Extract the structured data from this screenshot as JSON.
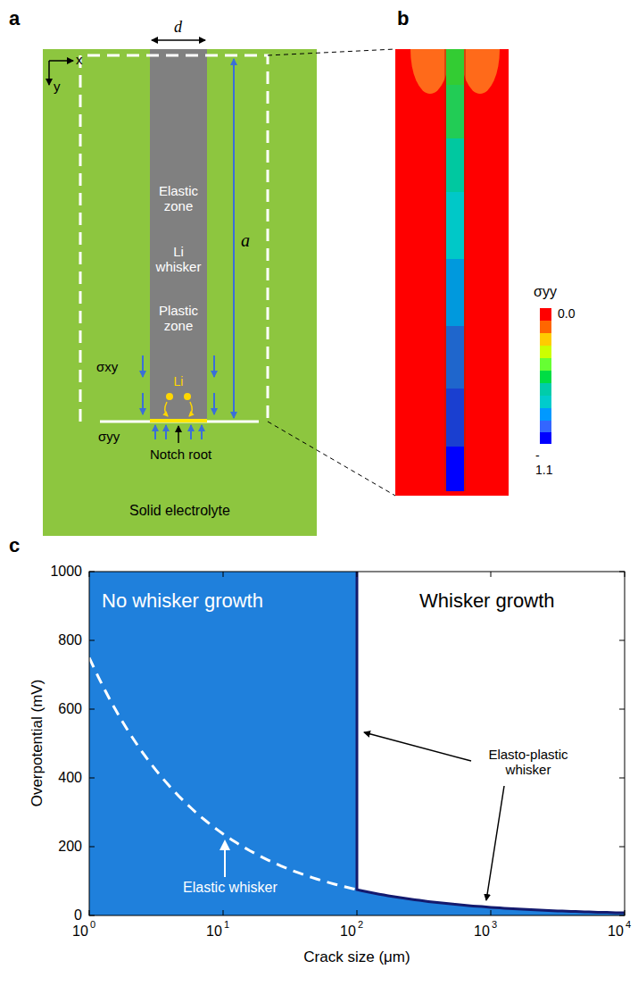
{
  "diagram": {
    "nodes": [
      {
        "text": [
          "Solid electrolyte"
        ]
      },
      {
        "text": [
          "Elastic zone",
          "Li whisker",
          "Plastic zone",
          "Li"
        ],
        "in": 0
      }
    ],
    "labels": [
      "a",
      "d",
      "x",
      "y",
      "a",
      "σxy",
      "σyy",
      "Notch root",
      "b",
      "σyy",
      "0.0",
      "- 1.1",
      "c",
      "Overpotential (mV)",
      "1000",
      "800",
      "600",
      "400",
      "200",
      "0",
      "10",
      "0",
      "10",
      "1",
      "10",
      "2",
      "10",
      "3",
      "10",
      "4",
      "Crack size (μm)",
      "No whisker growth",
      "Whisker growth",
      "Elasto-plastic whisker",
      "Elastic whisker"
    ]
  }
}
